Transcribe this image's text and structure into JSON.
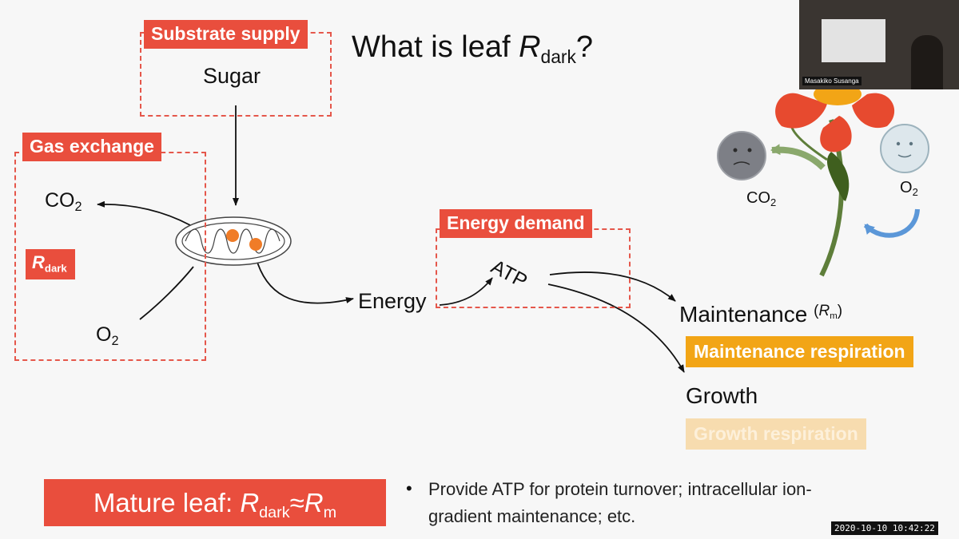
{
  "slide": {
    "title": {
      "prefix": "What is leaf ",
      "var": "R",
      "sub": "dark",
      "suffix": "?"
    },
    "substrate_supply": {
      "tag": "Substrate supply",
      "item": "Sugar"
    },
    "gas_exchange": {
      "tag": "Gas exchange",
      "co2": {
        "main": "CO",
        "sub": "2"
      },
      "rdark": {
        "main": "R",
        "sub": "dark"
      },
      "o2": {
        "main": "O",
        "sub": "2"
      }
    },
    "energy_label": "Energy",
    "energy_demand": {
      "tag": "Energy demand",
      "atp": "ATP"
    },
    "maintenance": {
      "label": "Maintenance",
      "abbr_main": "R",
      "abbr_sub": "m",
      "tag": "Maintenance respiration"
    },
    "growth": {
      "label": "Growth",
      "tag": "Growth respiration"
    },
    "plant_labels": {
      "co2": {
        "main": "CO",
        "sub": "2"
      },
      "o2": {
        "main": "O",
        "sub": "2"
      }
    },
    "mature_leaf": {
      "prefix": "Mature leaf: ",
      "var1": "R",
      "sub1": "dark",
      "approx": "≈",
      "var2": "R",
      "sub2": "m"
    },
    "bullet": {
      "marker": "•",
      "line1": "Provide ATP for protein turnover; intracellular ion-",
      "line2": "gradient maintenance; etc."
    }
  },
  "webcam": {
    "caption": "Masakiko Susanga"
  },
  "timestamp": "2020-10-10 10:42:22",
  "colors": {
    "accent_red": "#e94e3d",
    "maintenance_orange": "#f2a516",
    "growth_faded": "#f7dcaf",
    "arrow_green": "#8aa86c",
    "arrow_blue": "#5b97d8"
  }
}
